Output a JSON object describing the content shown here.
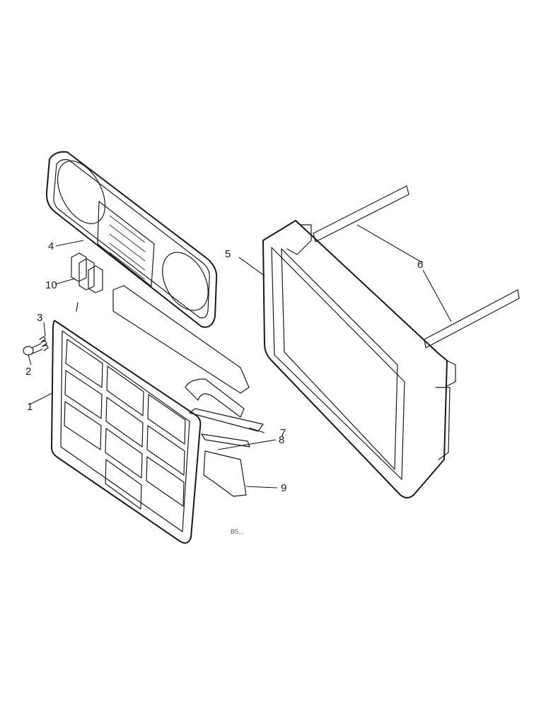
{
  "diagram": {
    "callouts": {
      "c1": "1",
      "c2": "2",
      "c3": "3",
      "c4": "4",
      "c5": "5",
      "c6": "6",
      "c7": "7",
      "c8": "8",
      "c9": "9",
      "c10": "10"
    },
    "reference_code": "B5..."
  }
}
